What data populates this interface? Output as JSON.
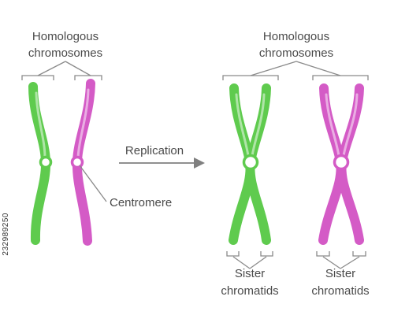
{
  "colors": {
    "green": "#5fcb4e",
    "magenta": "#d45bc6",
    "label": "#4a4a4a",
    "leader": "#8a8a8a",
    "arrow": "#808080"
  },
  "labels": {
    "homologous_left": [
      "Homologous",
      "chromosomes"
    ],
    "homologous_right": [
      "Homologous",
      "chromosomes"
    ],
    "replication": "Replication",
    "centromere": "Centromere",
    "sister_left": [
      "Sister",
      "chromatids"
    ],
    "sister_right": [
      "Sister",
      "chromatids"
    ]
  },
  "stock_id": "232989250"
}
